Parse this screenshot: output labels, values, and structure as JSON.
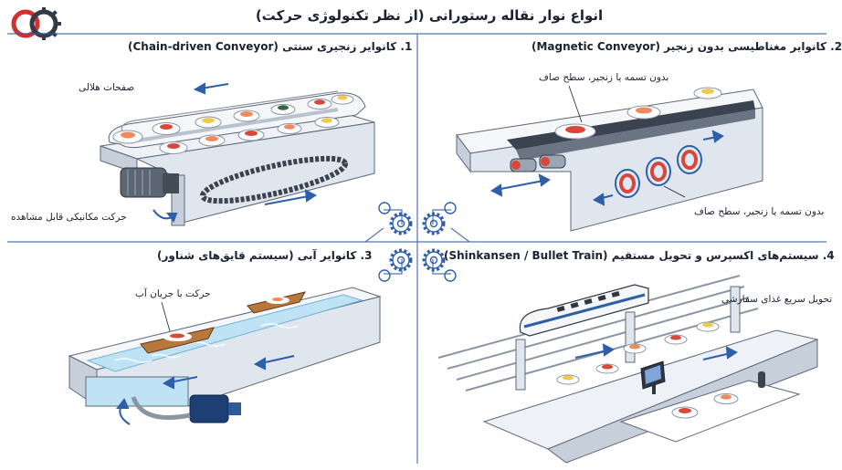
{
  "title": "انواع نوار نقاله رستورانی (از نظر تکنولوژی حرکت)",
  "panels": [
    {
      "heading": "1. کانوایر زنجیری سنتی (Chain-driven Conveyor)",
      "callouts": [
        "صفحات هلالی",
        "حرکت مکانیکی قابل مشاهده"
      ]
    },
    {
      "heading": "2. کانوایر مغناطیسی بدون زنجیر (Magnetic Conveyor)",
      "callouts": [
        "بدون تسمه یا زنجیر، سطح صاف",
        "بدون تسمه یا زنجیر، سطح صاف"
      ]
    },
    {
      "heading": "3. کانوایر آبی (سیستم قایق‌های شناور)",
      "callouts": [
        "حرکت با جریان آب"
      ]
    },
    {
      "heading": "4. سیستم‌های اکسپرس و تحویل مستقیم (Shinkansen / Bullet Train)",
      "callouts": [
        "تحویل سریع غذای سفارشی"
      ]
    }
  ],
  "colors": {
    "accent": "#2f5fa8",
    "steel": "#dfe6ee",
    "steel_dark": "#9aa6b4",
    "sushi_red": "#d9473a",
    "salmon": "#f08a5d",
    "water": "#bfe3f5",
    "wood": "#b8783c"
  },
  "logo_icon": "double-ring-gear-logo"
}
